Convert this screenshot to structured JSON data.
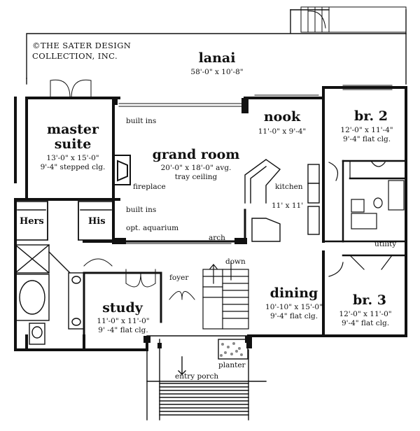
{
  "copyright": {
    "line1": "©THE SATER DESIGN",
    "line2": "COLLECTION, INC."
  },
  "rooms": {
    "lanai": {
      "name": "lanai",
      "dims": "58'-0\" x 10'-8\""
    },
    "master_suite": {
      "name_line1": "master",
      "name_line2": "suite",
      "dims": "13'-0\" x 15'-0\"",
      "ceiling": "9'-4\" stepped clg."
    },
    "grand_room": {
      "name": "grand room",
      "dims": "20'-0\" x 18'-0\" avg.",
      "ceiling": "tray ceiling"
    },
    "nook": {
      "name": "nook",
      "dims": "11'-0\" x 9'-4\""
    },
    "br2": {
      "name": "br. 2",
      "dims": "12'-0\" x 11'-4\"",
      "ceiling": "9'-4\" flat clg."
    },
    "kitchen": {
      "name": "kitchen",
      "dims": "11' x 11'"
    },
    "study": {
      "name": "study",
      "dims": "11'-0\" x 11'-0\"",
      "ceiling": "9' -4\" flat clg."
    },
    "dining": {
      "name": "dining",
      "dims": "10'-10\" x 15'-0\"",
      "ceiling": "9'-4\" flat clg."
    },
    "br3": {
      "name": "br. 3",
      "dims": "12'-0\" x 11'-0\"",
      "ceiling": "9'-4\" flat clg."
    }
  },
  "labels": {
    "built_ins_top": "built ins",
    "built_ins_bottom": "built ins",
    "fireplace": "fireplace",
    "opt_aquarium": "opt. aquarium",
    "arch": "arch",
    "hers": "Hers",
    "his": "His",
    "utility": "utility",
    "down": "down",
    "foyer": "foyer",
    "planter": "planter",
    "entry_porch": "entry porch"
  }
}
